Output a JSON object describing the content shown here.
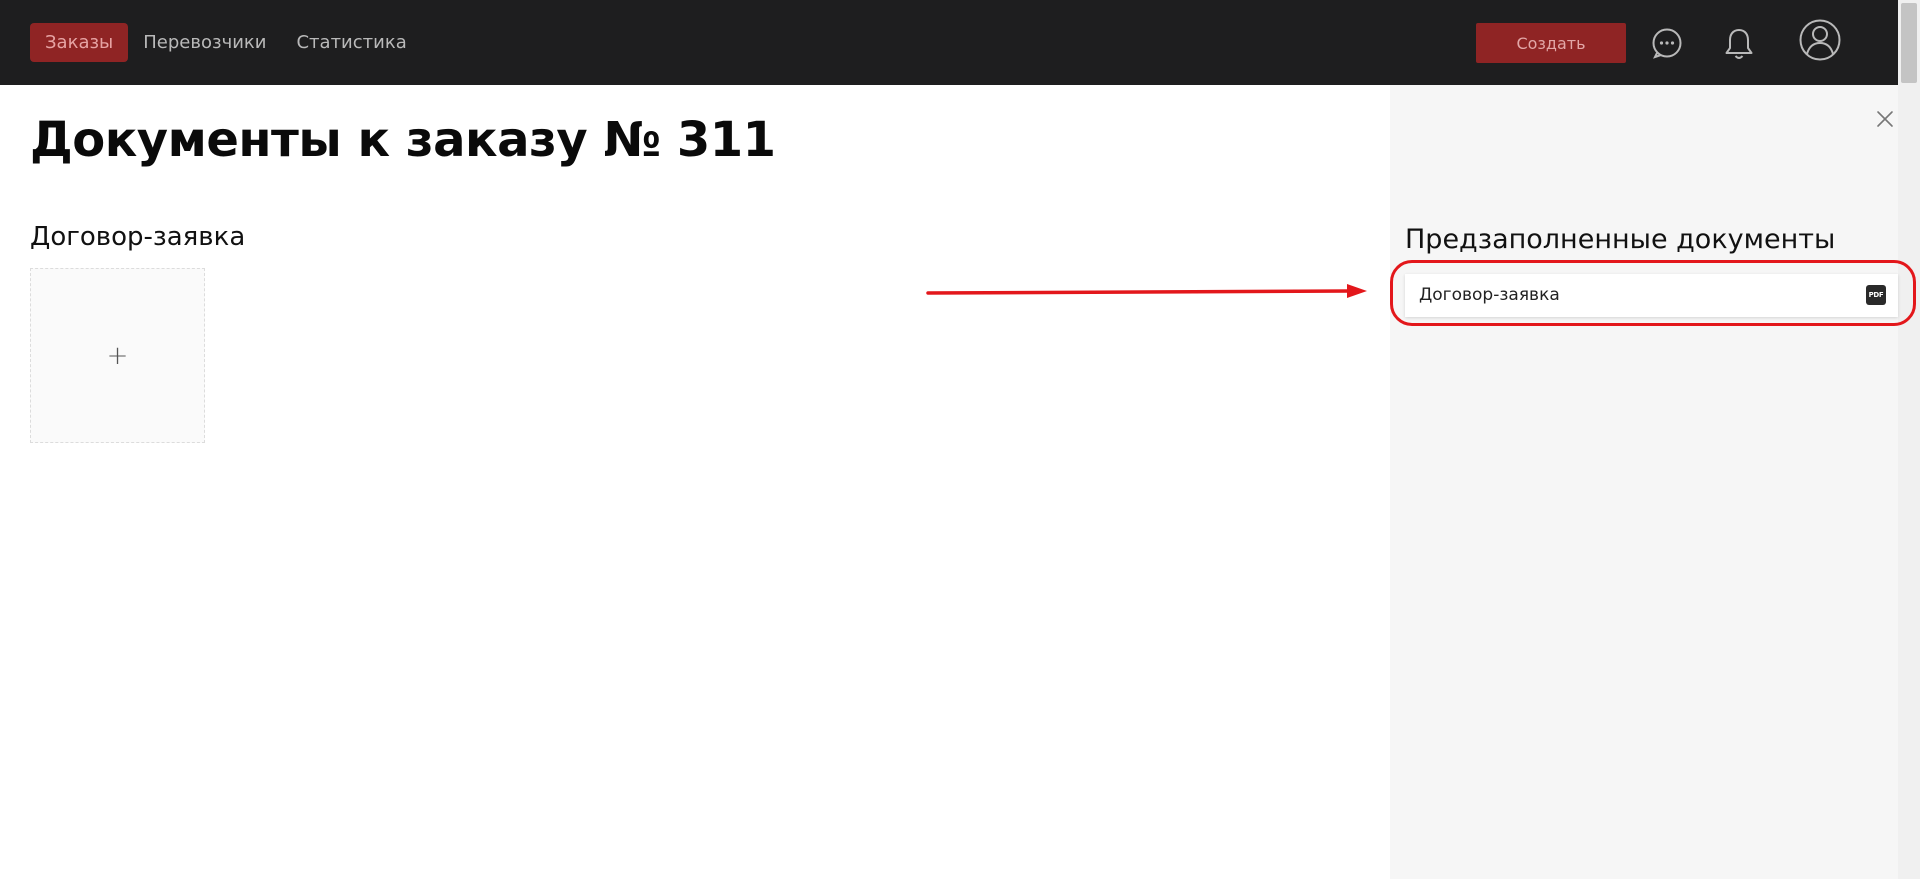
{
  "header": {
    "nav": [
      {
        "label": "Заказы",
        "active": true
      },
      {
        "label": "Перевозчики",
        "active": false
      },
      {
        "label": "Статистика",
        "active": false
      }
    ],
    "create_label": "Создать",
    "icons": [
      "chat-icon",
      "bell-icon",
      "user-icon"
    ]
  },
  "main": {
    "title": "Документы к заказу № 311",
    "section_title": "Договор-заявка",
    "upload_symbol": "+"
  },
  "panel": {
    "title": "Предзаполненные документы",
    "documents": [
      {
        "label": "Договор-заявка",
        "icon_text": "PDF"
      }
    ]
  },
  "colors": {
    "topbar": "#1e1e1f",
    "accent": "#8f2424",
    "annotation": "#e3171b",
    "panel_bg": "#f6f6f6"
  }
}
